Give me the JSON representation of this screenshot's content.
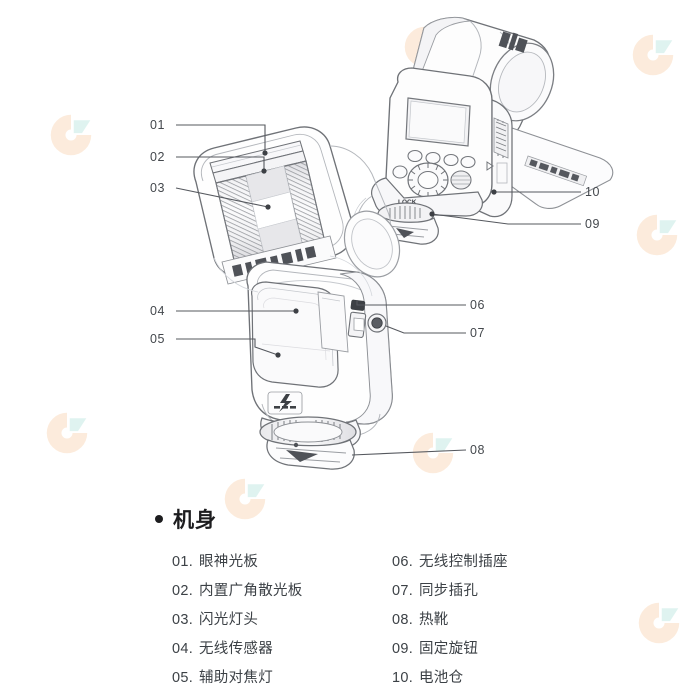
{
  "document": {
    "kind": "product-parts-diagram",
    "subject": "camera-flash-speedlight"
  },
  "callouts": [
    {
      "id": "01",
      "label": "01"
    },
    {
      "id": "02",
      "label": "02"
    },
    {
      "id": "03",
      "label": "03"
    },
    {
      "id": "04",
      "label": "04"
    },
    {
      "id": "05",
      "label": "05"
    },
    {
      "id": "06",
      "label": "06"
    },
    {
      "id": "07",
      "label": "07"
    },
    {
      "id": "08",
      "label": "08"
    },
    {
      "id": "09",
      "label": "09"
    },
    {
      "id": "10",
      "label": "10"
    }
  ],
  "legend": {
    "bullet": "bullet-dot",
    "heading": "机身",
    "left_column": [
      {
        "num": "01.",
        "name": "眼神光板"
      },
      {
        "num": "02.",
        "name": "内置广角散光板"
      },
      {
        "num": "03.",
        "name": "闪光灯头"
      },
      {
        "num": "04.",
        "name": "无线传感器"
      },
      {
        "num": "05.",
        "name": "辅助对焦灯"
      }
    ],
    "right_column": [
      {
        "num": "06.",
        "name": "无线控制插座"
      },
      {
        "num": "07.",
        "name": "同步插孔"
      },
      {
        "num": "08.",
        "name": "热靴"
      },
      {
        "num": "09.",
        "name": "固定旋钮"
      },
      {
        "num": "10.",
        "name": "电池仓"
      }
    ]
  },
  "watermark": {
    "name": "brand-logo-watermark",
    "color_primary": "#f08a2a",
    "color_secondary": "#3fb9a6"
  },
  "colors": {
    "background": "#ffffff",
    "line": "#4a4e54",
    "line_light": "#b9bcc1",
    "text": "#3c4146",
    "heading": "#1d1d1f",
    "panel_fill": "#ededf0",
    "panel_dark": "#9a9da2"
  }
}
